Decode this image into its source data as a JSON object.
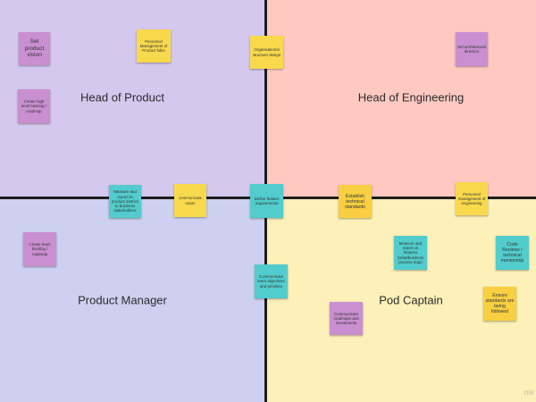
{
  "board": {
    "colors": {
      "head_of_product": "#d5c8ee",
      "head_of_engineering": "#ffc9c2",
      "product_manager": "#cdd0f0",
      "pod_captain": "#fdf0b8",
      "divider": "#1e1e1e"
    },
    "roles": {
      "top_left": "Head of Product",
      "top_right": "Head of Engineering",
      "bottom_left": "Product Manager",
      "bottom_right": "Pod Captain"
    },
    "notes": [
      {
        "color": "purple",
        "text": "Set product vision"
      },
      {
        "color": "purple",
        "text": "Create high level backlog / roadmap"
      },
      {
        "color": "yellow",
        "text": "Personnel Management of Product folks"
      },
      {
        "color": "yellow",
        "text": "Organisational structure design"
      },
      {
        "color": "purple",
        "text": "Set architectural direction"
      },
      {
        "color": "teal",
        "text": "Measure and report on product metrics to business stakeholders"
      },
      {
        "color": "yellow",
        "text": "communicate vision"
      },
      {
        "color": "teal",
        "text": "Define feature requirements"
      },
      {
        "color": "gold",
        "text": "Establish technical standards"
      },
      {
        "color": "yellow",
        "text": "Personnel management of engineering"
      },
      {
        "color": "purple",
        "text": "Create team backlog / roadmap"
      },
      {
        "color": "teal",
        "text": "Measure and report on features (what/business process map)"
      },
      {
        "color": "teal",
        "text": "Code Reviews / technical mentorship"
      },
      {
        "color": "teal",
        "text": "Communicate team objectives and priorities"
      },
      {
        "color": "gold",
        "text": "Ensure standards are being followed"
      },
      {
        "color": "purple",
        "text": "Communicate roadmaps and investments"
      }
    ],
    "watermark": "mir"
  }
}
